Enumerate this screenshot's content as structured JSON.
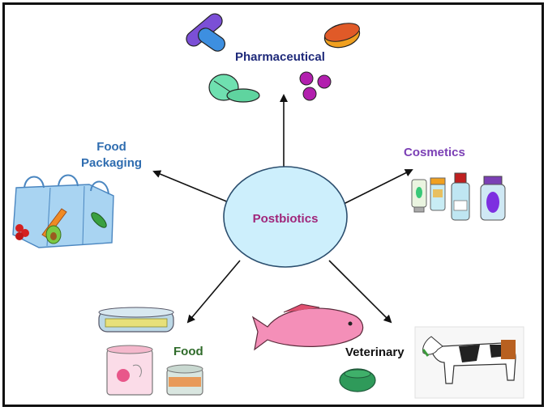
{
  "center": {
    "label": "Postbiotics"
  },
  "nodes": {
    "pharmaceutical": {
      "label": "Pharmaceutical"
    },
    "food_packaging": {
      "label_line1": "Food",
      "label_line2": "Packaging"
    },
    "cosmetics": {
      "label": "Cosmetics"
    },
    "food": {
      "label": "Food"
    },
    "veterinary": {
      "label": "Veterinary"
    }
  },
  "colors": {
    "center_fill": "#cdeffc",
    "pharmaceutical": "#1f2a7a",
    "food_packaging": "#2f6db0",
    "cosmetics": "#7b3fb5",
    "food": "#2f6b2a",
    "veterinary": "#111111",
    "center_text": "#a0267a"
  }
}
